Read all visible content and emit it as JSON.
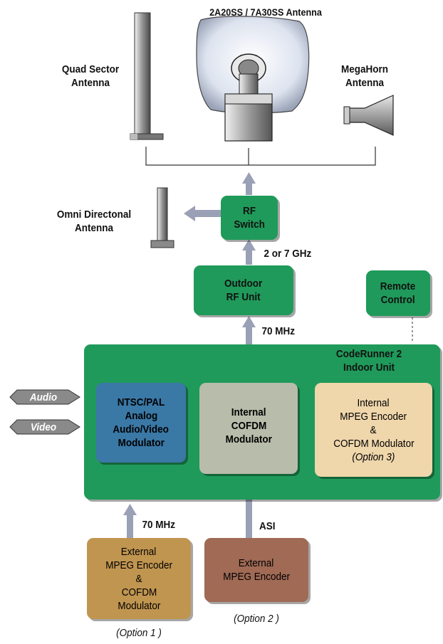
{
  "antennas": {
    "quad_sector": [
      "Quad Sector",
      "Antenna"
    ],
    "parabolic": "2A20SS / 7A30SS Antenna",
    "megahorn": [
      "MegaHorn",
      "Antenna"
    ],
    "omni": [
      "Omni Directonal",
      "Antenna"
    ]
  },
  "blocks": {
    "rf_switch": [
      "RF",
      "Switch"
    ],
    "outdoor_rf": [
      "Outdoor",
      "RF Unit"
    ],
    "remote": [
      "Remote",
      "Control"
    ],
    "indoor_unit": [
      "CodeRunner 2",
      "Indoor Unit"
    ],
    "ntsc_mod": [
      "NTSC/PAL",
      "Analog",
      "Audio/Video",
      "Modulator"
    ],
    "internal_cofdm": [
      "Internal",
      "COFDM",
      "Modulator"
    ],
    "internal_mpeg": [
      "Internal",
      "MPEG Encoder",
      "&",
      "COFDM Modulator",
      "(Option 3)"
    ],
    "ext_mpeg_cofdm": [
      "External",
      "MPEG Encoder",
      "&",
      "COFDM",
      "Modulator"
    ],
    "ext_mpeg": [
      "External",
      "MPEG Encoder"
    ]
  },
  "inputs": {
    "audio": "Audio",
    "video": "Video"
  },
  "links": {
    "freq_2_7": "2 or 7 GHz",
    "if_70_top": "70 MHz",
    "if_70_bottom": "70 MHz",
    "asi": "ASI"
  },
  "options": {
    "opt1": "(Option 1 )",
    "opt2": "(Option 2 )"
  },
  "colors": {
    "green": "#1f9a5a",
    "blue": "#3a78a6",
    "grey": "#b8bcaa",
    "beige": "#efd6ab",
    "tan": "#c09550",
    "brown": "#a06a55",
    "arrow": "#9aa0b5"
  }
}
